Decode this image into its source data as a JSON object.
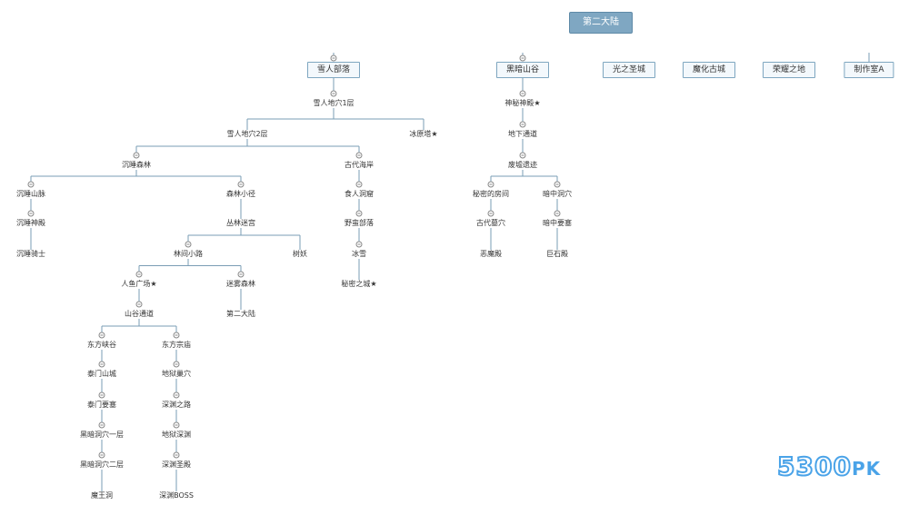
{
  "colors": {
    "root_fill": "#7fa7c2",
    "box_border": "#7ea6c0",
    "edge": "#7a9db5",
    "watermark": "#4aa3e8"
  },
  "root": {
    "id": "root",
    "label": "第二大陆"
  },
  "watermark": {
    "main": "5300",
    "suffix": "PK"
  },
  "nodes": [
    {
      "id": "n1",
      "parent": "root",
      "label": "雪人部落",
      "style": "box",
      "toggle": true
    },
    {
      "id": "n2",
      "parent": "n1",
      "label": "雪人地穴1层",
      "toggle": true
    },
    {
      "id": "n3",
      "parent": "n2",
      "label": "雪人地穴2层",
      "toggle": false
    },
    {
      "id": "n4",
      "parent": "n2",
      "label": "冰原塔★",
      "toggle": false
    },
    {
      "id": "n5",
      "parent": "n3",
      "label": "沉睡森林",
      "toggle": true
    },
    {
      "id": "n6",
      "parent": "n3",
      "label": "古代海岸",
      "toggle": true
    },
    {
      "id": "n7",
      "parent": "n5",
      "label": "沉睡山脉",
      "toggle": true
    },
    {
      "id": "n8",
      "parent": "n7",
      "label": "沉睡神殿",
      "toggle": true
    },
    {
      "id": "n9",
      "parent": "n8",
      "label": "沉睡骑士",
      "toggle": false
    },
    {
      "id": "n10",
      "parent": "n5",
      "label": "森林小径",
      "toggle": true
    },
    {
      "id": "n11",
      "parent": "n10",
      "label": "丛林迷宫",
      "toggle": false
    },
    {
      "id": "n12",
      "parent": "n11",
      "label": "林间小路",
      "toggle": true
    },
    {
      "id": "n13",
      "parent": "n11",
      "label": "树妖",
      "toggle": false
    },
    {
      "id": "n14",
      "parent": "n12",
      "label": "迷雾森林",
      "toggle": true
    },
    {
      "id": "n15",
      "parent": "n14",
      "label": "第二大陆",
      "toggle": false
    },
    {
      "id": "n16",
      "parent": "n12",
      "label": "人鱼广场★",
      "toggle": true
    },
    {
      "id": "n17",
      "parent": "n16",
      "label": "山谷通道",
      "toggle": true
    },
    {
      "id": "n18",
      "parent": "n17",
      "label": "东方峡谷",
      "toggle": true
    },
    {
      "id": "n19",
      "parent": "n18",
      "label": "泰门山城",
      "toggle": true
    },
    {
      "id": "n20",
      "parent": "n19",
      "label": "泰门要塞",
      "toggle": true
    },
    {
      "id": "n21",
      "parent": "n20",
      "label": "黑暗洞穴一层",
      "toggle": true
    },
    {
      "id": "n22",
      "parent": "n21",
      "label": "黑暗洞穴二层",
      "toggle": true
    },
    {
      "id": "n23",
      "parent": "n22",
      "label": "魔王洞",
      "toggle": false
    },
    {
      "id": "n24",
      "parent": "n17",
      "label": "东方宗庙",
      "toggle": true
    },
    {
      "id": "n25",
      "parent": "n24",
      "label": "地狱巢穴",
      "toggle": true
    },
    {
      "id": "n26",
      "parent": "n25",
      "label": "深渊之路",
      "toggle": true
    },
    {
      "id": "n27",
      "parent": "n26",
      "label": "地狱深渊",
      "toggle": true
    },
    {
      "id": "n28",
      "parent": "n27",
      "label": "深渊圣殿",
      "toggle": true
    },
    {
      "id": "n29",
      "parent": "n28",
      "label": "深渊BOSS",
      "toggle": false
    },
    {
      "id": "n30",
      "parent": "n6",
      "label": "食人洞窟",
      "toggle": true
    },
    {
      "id": "n31",
      "parent": "n30",
      "label": "野蛮部落",
      "toggle": true
    },
    {
      "id": "n32",
      "parent": "n31",
      "label": "冰雪",
      "toggle": true
    },
    {
      "id": "n33",
      "parent": "n32",
      "label": "秘密之城★",
      "toggle": false
    },
    {
      "id": "n34",
      "parent": "root",
      "label": "黑暗山谷",
      "style": "box",
      "toggle": true
    },
    {
      "id": "n35",
      "parent": "n34",
      "label": "神秘神殿★",
      "toggle": true
    },
    {
      "id": "n36",
      "parent": "n35",
      "label": "地下通道",
      "toggle": true
    },
    {
      "id": "n37",
      "parent": "n36",
      "label": "废墟遗迹",
      "toggle": true
    },
    {
      "id": "n38",
      "parent": "n37",
      "label": "秘密的房间",
      "toggle": true
    },
    {
      "id": "n39",
      "parent": "n38",
      "label": "古代墓穴",
      "toggle": true
    },
    {
      "id": "n40",
      "parent": "n39",
      "label": "恶魔殿",
      "toggle": false
    },
    {
      "id": "n41",
      "parent": "n37",
      "label": "暗中洞穴",
      "toggle": true
    },
    {
      "id": "n42",
      "parent": "n41",
      "label": "暗中要塞",
      "toggle": true
    },
    {
      "id": "n43",
      "parent": "n42",
      "label": "巨石殿",
      "toggle": false
    },
    {
      "id": "n44",
      "parent": "root",
      "label": "光之圣城",
      "style": "box",
      "toggle": false
    },
    {
      "id": "n45",
      "parent": "root",
      "label": "魔化古城",
      "style": "box",
      "toggle": false
    },
    {
      "id": "n46",
      "parent": "root",
      "label": "荣耀之地",
      "style": "box",
      "toggle": false
    },
    {
      "id": "n47",
      "parent": "root",
      "label": "制作室A",
      "style": "box",
      "toggle": false
    }
  ]
}
